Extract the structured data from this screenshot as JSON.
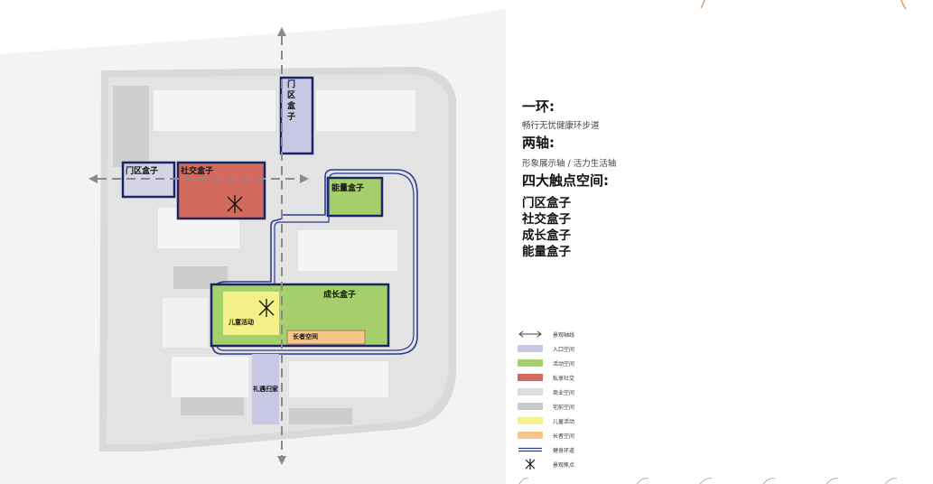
{
  "zones": {
    "gate_box": "门\n区\n盒\n子",
    "gate_box_west": "门区盒子",
    "social_box": "社交盒子",
    "energy_box": "能量盒子",
    "growth_box": "成长盒子",
    "kids_activity": "儿童活动",
    "elder_space": "长者空间",
    "entry_home": "礼遇归家"
  },
  "side": {
    "ring_title": "一环:",
    "ring_desc": "畅行无忧健康环步道",
    "axis_title": "两轴:",
    "axis_desc": "形象展示轴 / 活力生活轴",
    "spaces_title": "四大触点空间:",
    "boxes": [
      "门区盒子",
      "社交盒子",
      "成长盒子",
      "能量盒子"
    ]
  },
  "legend": [
    {
      "symbol": "double-arrow-icon",
      "label": "景观轴线"
    },
    {
      "color": "#c8c8e6",
      "label": "入口空间"
    },
    {
      "color": "#a4cf6a",
      "label": "活动空间"
    },
    {
      "color": "#d26a5e",
      "label": "私享社交"
    },
    {
      "color": "#dcdcdc",
      "label": "商业空间"
    },
    {
      "color": "#c9c9cc",
      "label": "宅前空间"
    },
    {
      "color": "#f4f08a",
      "label": "儿童活动"
    },
    {
      "color": "#f6c58c",
      "label": "长者空间"
    },
    {
      "symbol": "double-line-icon",
      "label": "健身环道"
    },
    {
      "symbol": "asterisk-icon",
      "label": "景观焦点"
    }
  ],
  "colors": {
    "navy": "#1b2466",
    "ring": "#2b3a8c",
    "entry": "#c8c8e6",
    "activity": "#a4cf6a",
    "social": "#d26a5e",
    "kids": "#f4f08a",
    "elder": "#f6c58c",
    "accent": "#d79a6a"
  }
}
